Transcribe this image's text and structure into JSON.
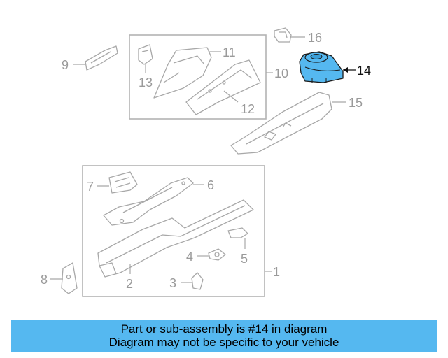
{
  "diagram": {
    "highlight_color": "#55b8f0",
    "callouts": {
      "c1": "1",
      "c2": "2",
      "c3": "3",
      "c4": "4",
      "c5": "5",
      "c6": "6",
      "c7": "7",
      "c8": "8",
      "c9": "9",
      "c10": "10",
      "c11": "11",
      "c12": "12",
      "c13": "13",
      "c14": "14",
      "c15": "15",
      "c16": "16"
    }
  },
  "banner": {
    "line1": "Part or sub-assembly is #14 in diagram",
    "line2": "Diagram may not be specific to your vehicle",
    "background": "#55b8f0"
  }
}
